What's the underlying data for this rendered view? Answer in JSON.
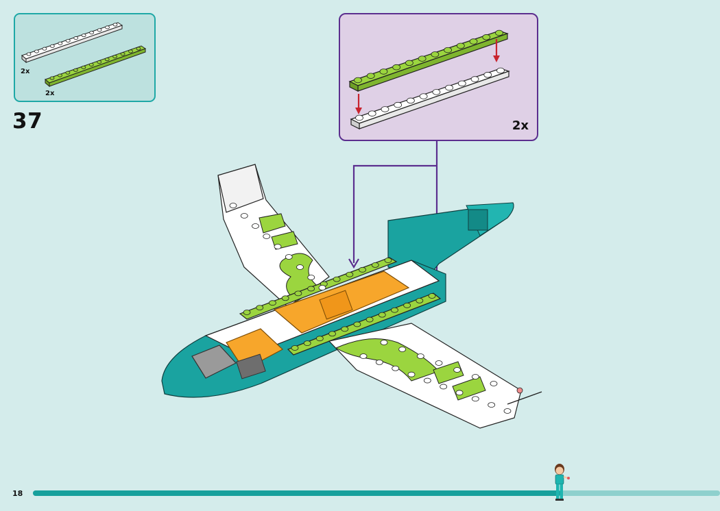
{
  "page": {
    "number": "18",
    "step": "37"
  },
  "parts_list": [
    {
      "quantity": "2x",
      "color": "white"
    },
    {
      "quantity": "2x",
      "color": "lime"
    }
  ],
  "subassembly": {
    "quantity": "2x"
  },
  "colors": {
    "background": "#d4eceb",
    "parts_border": "#1ea8a6",
    "parts_fill": "#bde1df",
    "sub_border": "#5b2e8e",
    "sub_fill": "#dfd0e6",
    "lime": "#9bd53f",
    "white_brick": "#ffffff",
    "teal": "#1aa3a0",
    "orange": "#f7a62b",
    "arrow_red": "#c8242f",
    "progress": "#17a09c"
  }
}
